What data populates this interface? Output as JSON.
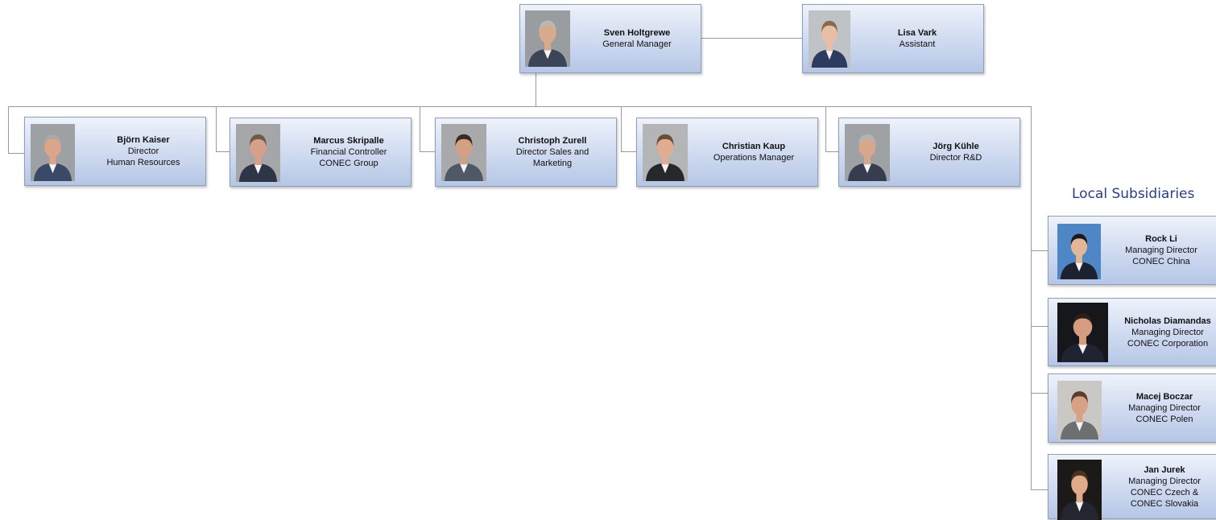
{
  "general_manager": {
    "name": "Sven Holtgrewe",
    "role_lines": [
      "General Manager"
    ]
  },
  "assistant": {
    "name": "Lisa Vark",
    "role_lines": [
      "Assistant"
    ]
  },
  "directors": [
    {
      "name": "Björn Kaiser",
      "role_lines": [
        "Director",
        "Human Resources"
      ]
    },
    {
      "name": "Marcus Skripalle",
      "role_lines": [
        "Financial Controller",
        "CONEC Group"
      ]
    },
    {
      "name": "Christoph Zurell",
      "role_lines": [
        "Director Sales and",
        "Marketing"
      ]
    },
    {
      "name": "Christian Kaup",
      "role_lines": [
        "Operations Manager"
      ]
    },
    {
      "name": "Jörg Kühle",
      "role_lines": [
        "Director R&D"
      ]
    }
  ],
  "subsidiaries": {
    "title": "Local Subsidiaries",
    "people": [
      {
        "name": "Rock Li",
        "role_lines": [
          "Managing Director",
          "CONEC China"
        ]
      },
      {
        "name": "Nicholas Diamandas",
        "role_lines": [
          "Managing Director",
          "CONEC Corporation"
        ]
      },
      {
        "name": "Macej Boczar",
        "role_lines": [
          "Managing Director",
          "CONEC Polen"
        ]
      },
      {
        "name": "Jan Jurek",
        "role_lines": [
          "Managing Director",
          "CONEC Czech &",
          "CONEC Slovakia"
        ]
      }
    ]
  },
  "colors": {
    "box_gradient_top": "#eef2fa",
    "box_gradient_bottom": "#b5c6e6",
    "box_border": "#8f9fb8",
    "connector": "#9a9a9a",
    "section_title": "#243f8c"
  },
  "icons": [
    "person-photo"
  ]
}
